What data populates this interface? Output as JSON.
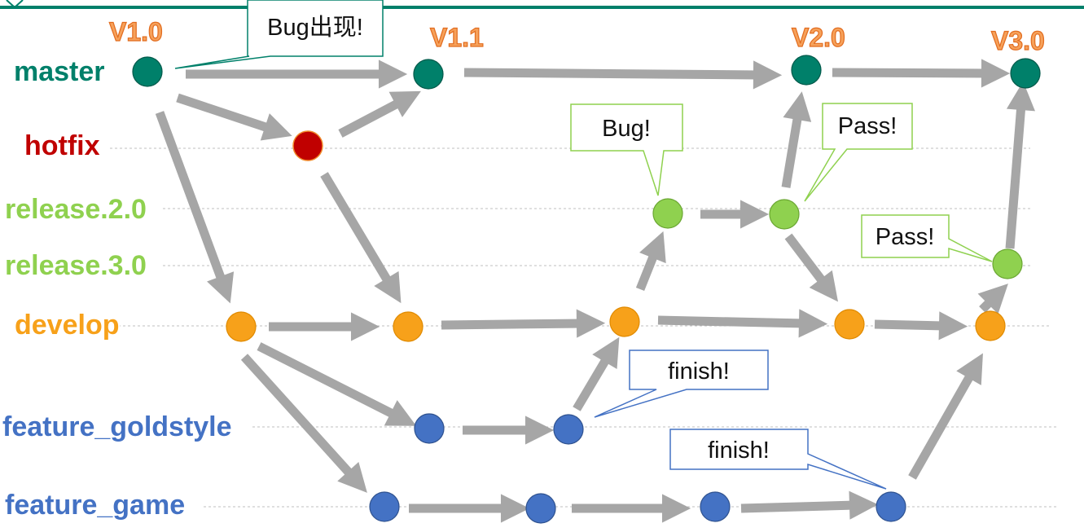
{
  "branches": [
    {
      "id": "master",
      "label": "master",
      "color": "#00806a"
    },
    {
      "id": "hotfix",
      "label": "hotfix",
      "color": "#c00000"
    },
    {
      "id": "release2",
      "label": "release.2.0",
      "color": "#8fd14f"
    },
    {
      "id": "release3",
      "label": "release.3.0",
      "color": "#8fd14f"
    },
    {
      "id": "develop",
      "label": "develop",
      "color": "#f7a11a"
    },
    {
      "id": "goldstyle",
      "label": "feature_goldstyle",
      "color": "#4472c4"
    },
    {
      "id": "game",
      "label": "feature_game",
      "color": "#4472c4"
    }
  ],
  "versions": [
    "V1.0",
    "V1.1",
    "V2.0",
    "V3.0"
  ],
  "callouts": [
    {
      "id": "bug-appears",
      "text": "Bug出现!",
      "border_color": "#00806a"
    },
    {
      "id": "bug",
      "text": "Bug!",
      "border_color": "#8fd14f"
    },
    {
      "id": "pass-release2",
      "text": "Pass!",
      "border_color": "#8fd14f"
    },
    {
      "id": "pass-release3",
      "text": "Pass!",
      "border_color": "#8fd14f"
    },
    {
      "id": "finish-goldstyle",
      "text": "finish!",
      "border_color": "#4472c4"
    },
    {
      "id": "finish-game",
      "text": "finish!",
      "border_color": "#4472c4"
    }
  ],
  "colors": {
    "arrow": "#a6a6a6",
    "guide_line": "#bfbfbf",
    "top_rule": "#00806a"
  }
}
